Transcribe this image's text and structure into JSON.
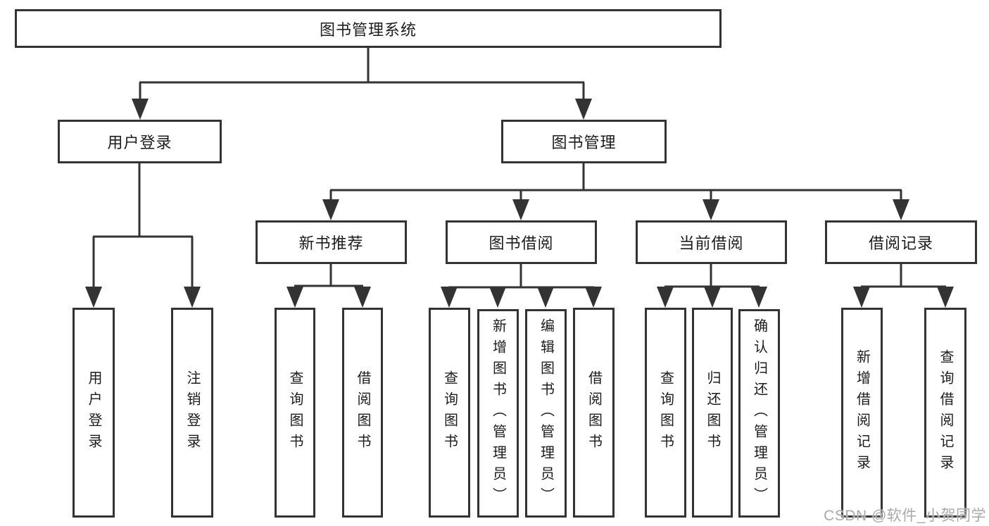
{
  "diagram_title": "图书管理系统",
  "watermark": {
    "text": "CSDN @软件_小贺同学"
  },
  "colors": {
    "line": "#333333",
    "box_border": "#333333",
    "text": "#1c1c1c",
    "watermark": "#a9a9a9",
    "background": "#ffffff"
  },
  "tree": {
    "label": "图书管理系统",
    "children": [
      {
        "label": "用户登录",
        "children": [
          {
            "label": "用户登录"
          },
          {
            "label": "注销登录"
          }
        ]
      },
      {
        "label": "图书管理",
        "children": [
          {
            "label": "新书推荐",
            "children": [
              {
                "label": "查询图书"
              },
              {
                "label": "借阅图书"
              }
            ]
          },
          {
            "label": "图书借阅",
            "children": [
              {
                "label": "查询图书"
              },
              {
                "label": "新增图书（管理员）"
              },
              {
                "label": "编辑图书（管理员）"
              },
              {
                "label": "借阅图书"
              }
            ]
          },
          {
            "label": "当前借阅",
            "children": [
              {
                "label": "查询图书"
              },
              {
                "label": "归还图书"
              },
              {
                "label": "确认归还（管理员）"
              }
            ]
          },
          {
            "label": "借阅记录",
            "children": [
              {
                "label": "新增借阅记录"
              },
              {
                "label": "查询借阅记录"
              }
            ]
          }
        ]
      }
    ]
  }
}
